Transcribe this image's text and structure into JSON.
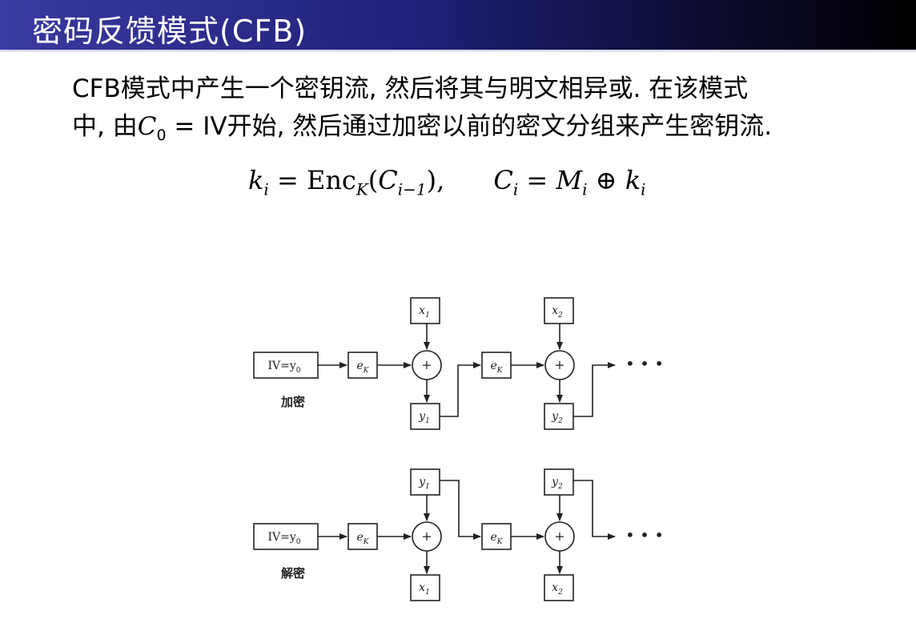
{
  "title": "密码反馈模式(CFB)",
  "paragraph_line1": "CFB模式中产生一个密钥流, 然后将其与明文相异或. 在该模式",
  "paragraph_line2_a": "中, 由",
  "paragraph_c": "C",
  "paragraph_c_sub": "0",
  "paragraph_line2_b": " = IV开始, 然后通过加密以前的密文分组来产生密钥流.",
  "formula": {
    "k": "k",
    "i": "i",
    "enc": "Enc",
    "K": "K",
    "C": "C",
    "i_minus_1": "i−1",
    "M": "M",
    "eq": "=",
    "xor": "⊕"
  },
  "diagram": {
    "iv_label": "IV=y",
    "iv_sub": "0",
    "ek_label": "e",
    "ek_sub": "K",
    "plus": "+",
    "x_label": "x",
    "y_label": "y",
    "idx1": "1",
    "idx2": "2",
    "ellipsis": "• • •",
    "encrypt_label": "加密",
    "decrypt_label": "解密"
  }
}
